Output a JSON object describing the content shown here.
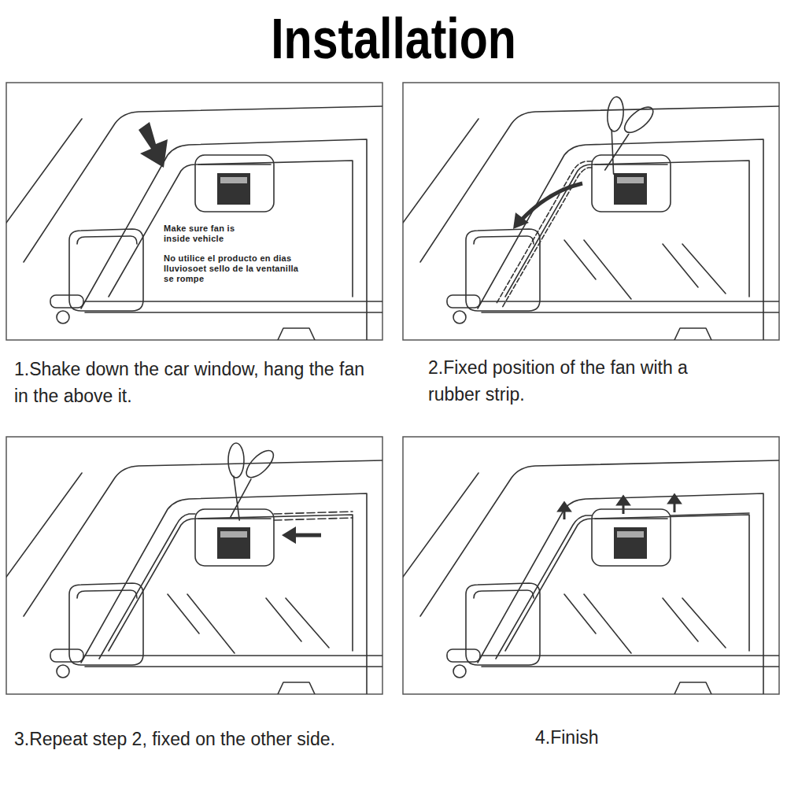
{
  "diagram": {
    "title": "Installation",
    "labels": [
      "Make sure fan is inside vehicle",
      "No utilice el producto en dias lluviosoet sello de la ventanilla se rompe",
      "1.Shake down the car window, hang the fan in the above it.",
      "2.Fixed position of the fan with a rubber strip.",
      "3.Repeat step 2, fixed on the other side.",
      "4.Finish"
    ]
  }
}
